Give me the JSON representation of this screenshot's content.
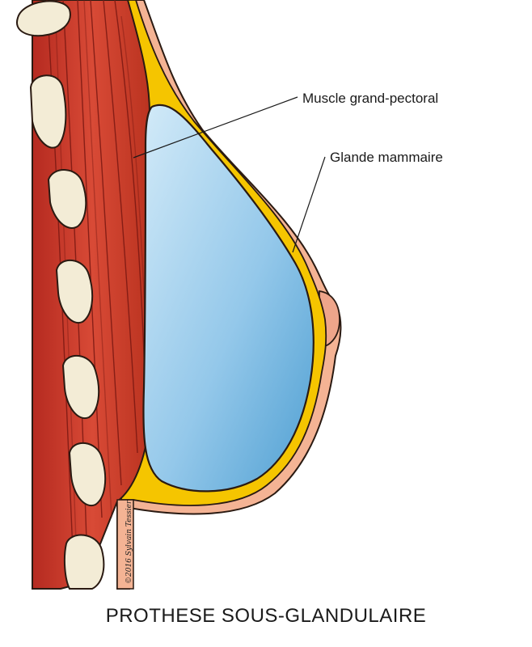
{
  "labels": {
    "muscle": "Muscle grand-pectoral",
    "gland": "Glande mammaire"
  },
  "caption": "PROTHESE SOUS-GLANDULAIRE",
  "signature": "©2016 Sylvain Tessier",
  "colors": {
    "muscle": "#cc3a2c",
    "muscle_dark": "#8c1e16",
    "gland": "#f5c500",
    "skin": "#f4b394",
    "implant_light": "#c6e3f5",
    "implant_dark": "#5aa7d6",
    "rib": "#f3ecd6",
    "outline": "#2a1a12"
  }
}
